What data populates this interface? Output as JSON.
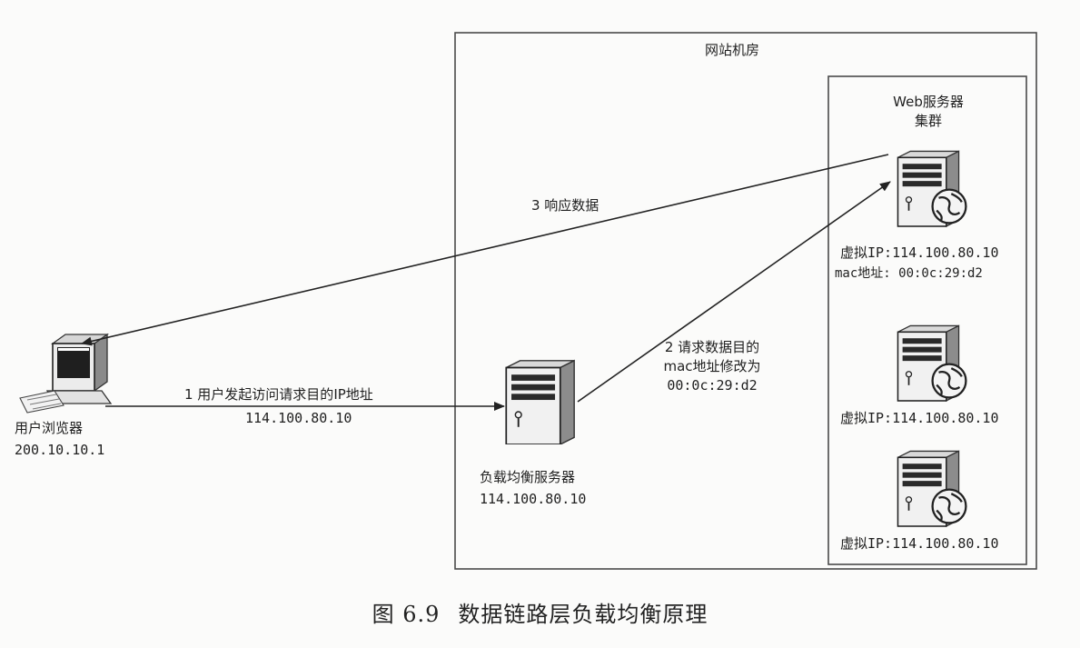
{
  "room": {
    "title": "网站机房"
  },
  "cluster": {
    "title_line1": "Web服务器",
    "title_line2": "集群"
  },
  "client": {
    "name": "用户浏览器",
    "ip": "200.10.10.1"
  },
  "load_balancer": {
    "name": "负载均衡服务器",
    "ip": "114.100.80.10"
  },
  "servers": [
    {
      "vip": "虚拟IP:114.100.80.10",
      "mac": "mac地址: 00:0c:29:d2"
    },
    {
      "vip": "虚拟IP:114.100.80.10"
    },
    {
      "vip": "虚拟IP:114.100.80.10"
    }
  ],
  "arrows": {
    "step1_label": "1 用户发起访问请求目的IP地址",
    "step1_ip": "114.100.80.10",
    "step2_line1": "2 请求数据目的",
    "step2_line2": "mac地址修改为",
    "step2_line3": "00:0c:29:d2",
    "step3_label": "3 响应数据"
  },
  "caption": {
    "number": "图 6.9",
    "text": "数据链路层负载均衡原理"
  }
}
